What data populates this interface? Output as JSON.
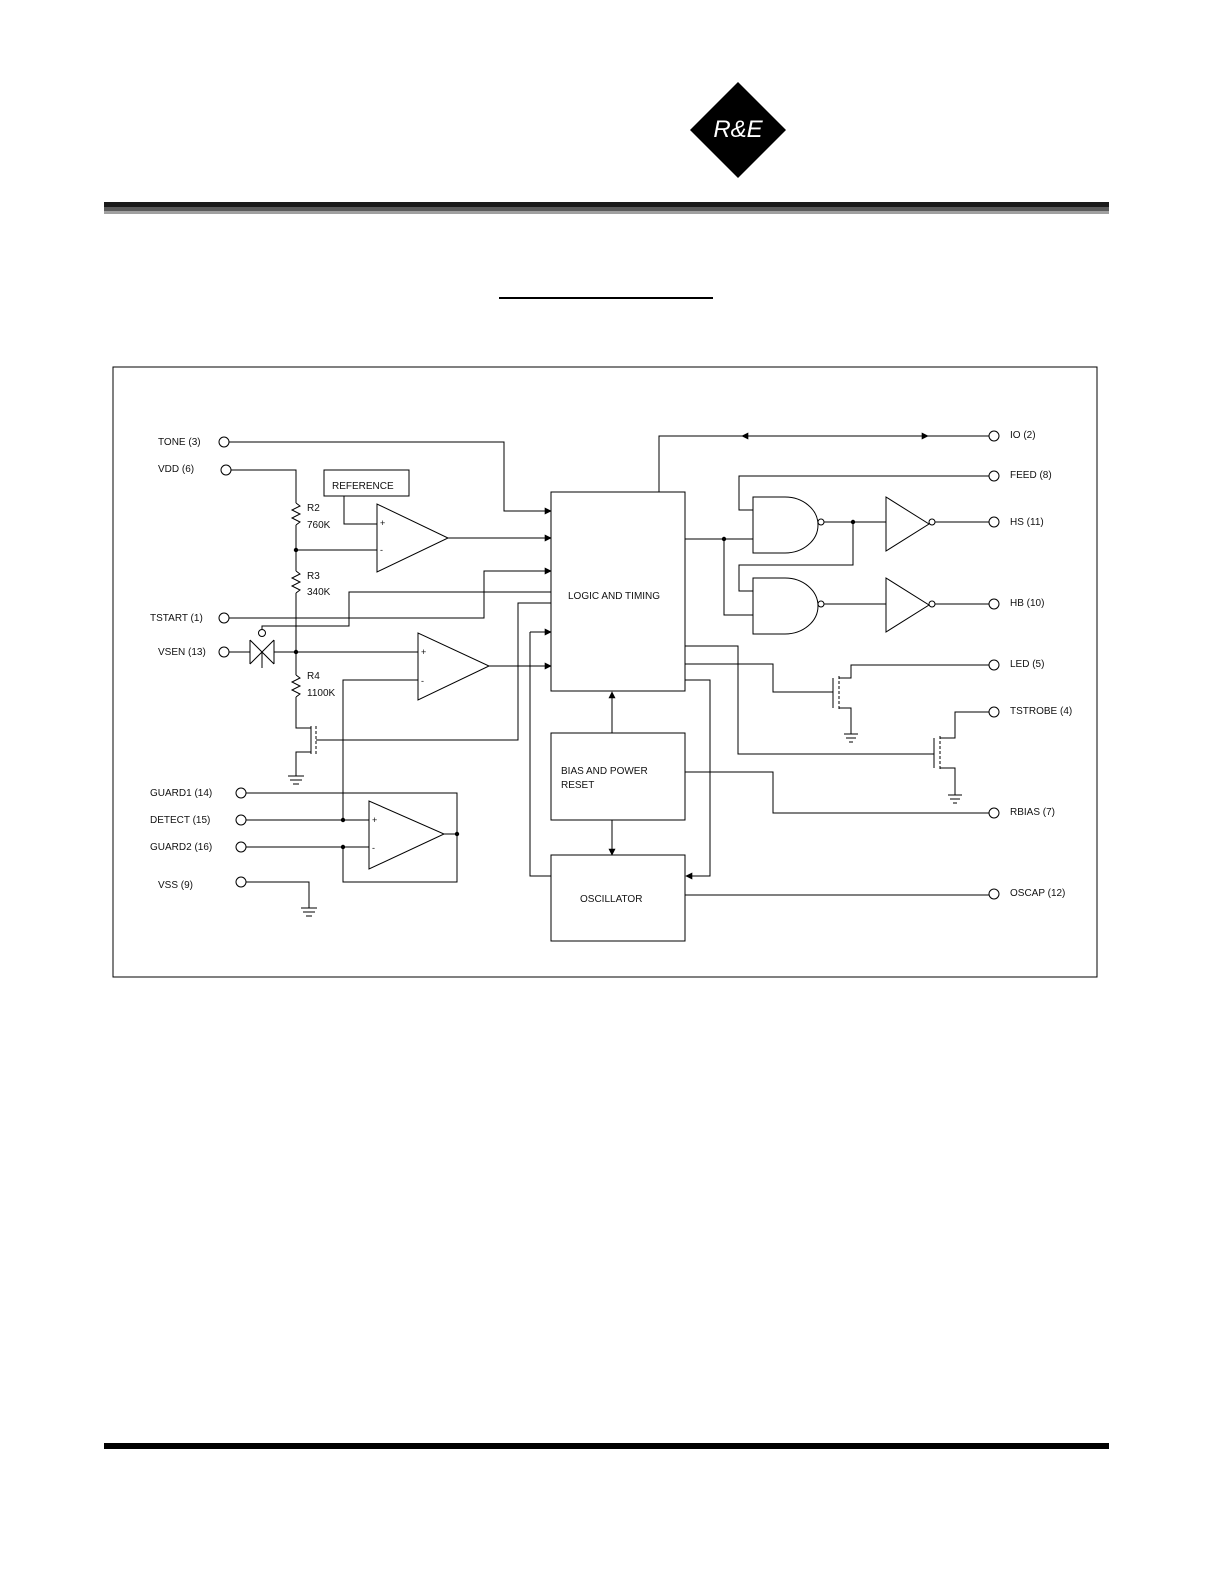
{
  "logo": {
    "text": "R&E"
  },
  "diagram": {
    "pins": {
      "tone": "TONE (3)",
      "vdd": "VDD (6)",
      "tstart": "TSTART (1)",
      "vsen": "VSEN (13)",
      "guard1": "GUARD1 (14)",
      "detect": "DETECT (15)",
      "guard2": "GUARD2  (16)",
      "vss": "VSS (9)",
      "io": "IO (2)",
      "feed": "FEED (8)",
      "hs": "HS (11)",
      "hb": "HB (10)",
      "led": "LED (5)",
      "tstrobe": "TSTROBE (4)",
      "rbias": "RBIAS (7)",
      "oscap": "OSCAP (12)"
    },
    "blocks": {
      "reference": "REFERENCE",
      "logic": "LOGIC AND TIMING",
      "bias_line1": "BIAS AND POWER",
      "bias_line2": "RESET",
      "oscillator": "OSCILLATOR"
    },
    "resistors": {
      "r2_name": "R2",
      "r2_value": "760K",
      "r3_name": "R3",
      "r3_value": "340K",
      "r4_name": "R4",
      "r4_value": "1100K"
    },
    "signs": {
      "plus": "+",
      "minus": "-"
    }
  }
}
